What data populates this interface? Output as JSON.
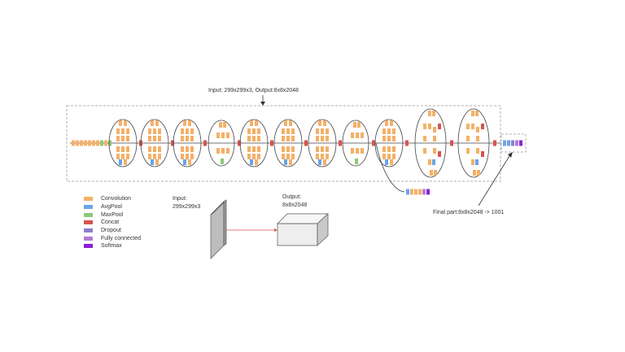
{
  "diagram": {
    "top_label": "Input: 299x299x3, Output:8x8x2048",
    "final_part_label": "Final part:8x8x2048 -> 1001",
    "input_label_line1": "Input:",
    "input_label_line2": "299x299x3",
    "output_label_line1": "Output:",
    "output_label_line2": "8x8x2048"
  },
  "legend": [
    {
      "label": "Convolution",
      "color": "#f4b067"
    },
    {
      "label": "AvgPool",
      "color": "#6ba3e8"
    },
    {
      "label": "MaxPool",
      "color": "#8cc97a"
    },
    {
      "label": "Concat",
      "color": "#d9534f"
    },
    {
      "label": "Dropout",
      "color": "#8b7fc9"
    },
    {
      "label": "Fully connected",
      "color": "#b07cd6"
    },
    {
      "label": "Softmax",
      "color": "#8e1fd6"
    }
  ]
}
